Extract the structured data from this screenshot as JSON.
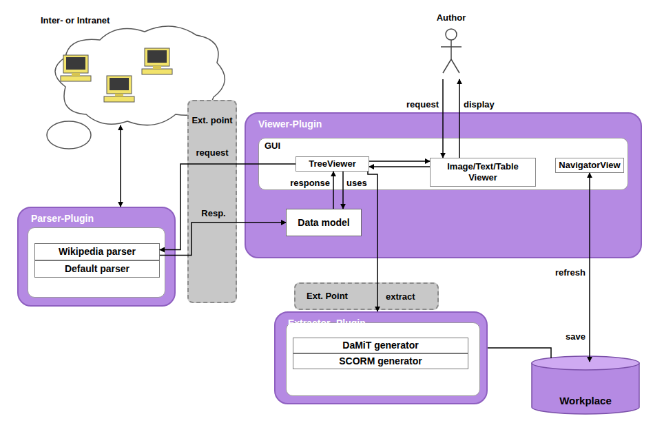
{
  "diagram": {
    "nodes": [
      {
        "text": [
          "Author"
        ]
      },
      {
        "text": [
          "Inter- or Intranet"
        ]
      },
      {
        "text": [
          "Ext. point"
        ]
      },
      {
        "text": [
          "Viewer-Plugin"
        ]
      },
      {
        "text": [
          "GUI"
        ],
        "in": 3
      },
      {
        "text": [
          "TreeViewer"
        ],
        "in": 4
      },
      {
        "text": [
          "Image/Text/Table Viewer"
        ],
        "in": 4
      },
      {
        "text": [
          "NavigatorView"
        ],
        "in": 4
      },
      {
        "text": [
          "Data model"
        ],
        "in": 3
      },
      {
        "text": [
          "Parser-Plugin"
        ]
      },
      {
        "text": [
          "Wikipedia parser"
        ],
        "in": 9
      },
      {
        "text": [
          "Default parser"
        ],
        "in": 9
      },
      {
        "text": [
          "Ext. Point"
        ]
      },
      {
        "text": [
          "Extractor -Plugin"
        ]
      },
      {
        "text": [
          "DaMiT generator"
        ],
        "in": 13
      },
      {
        "text": [
          "SCORM generator"
        ],
        "in": 13
      },
      {
        "text": [
          "Workplace"
        ]
      }
    ],
    "edges": [
      {
        "from": 0,
        "to": 6,
        "arrow": "to",
        "label": "request"
      },
      {
        "from": 6,
        "to": 0,
        "arrow": "to",
        "label": "display"
      },
      {
        "from": 1,
        "to": 9,
        "arrow": "both"
      },
      {
        "from": 5,
        "to": 10,
        "arrow": "to",
        "label": "request"
      },
      {
        "from": 10,
        "to": 8,
        "arrow": "to",
        "label": "Resp."
      },
      {
        "from": 8,
        "to": 5,
        "arrow": "to",
        "label": "response"
      },
      {
        "from": 5,
        "to": 8,
        "arrow": "to",
        "label": "uses"
      },
      {
        "from": 5,
        "to": 6,
        "arrow": "to"
      },
      {
        "from": 6,
        "to": 5,
        "arrow": "to"
      },
      {
        "from": 5,
        "to": 13,
        "arrow": "to",
        "label": "extract"
      },
      {
        "from": 7,
        "to": 16,
        "arrow": "both",
        "label": "refresh"
      },
      {
        "from": 13,
        "to": 16,
        "arrow": "none"
      }
    ],
    "labels": [
      "save"
    ]
  }
}
